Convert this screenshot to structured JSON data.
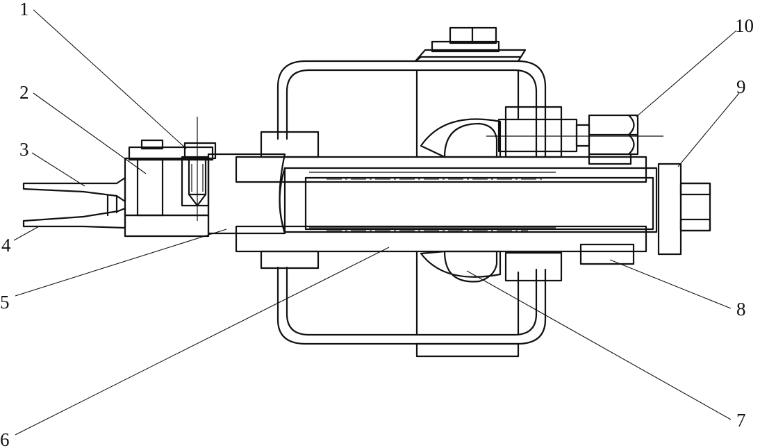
{
  "diagram": {
    "callouts": [
      {
        "id": "1",
        "text": "1"
      },
      {
        "id": "2",
        "text": "2"
      },
      {
        "id": "3",
        "text": "3"
      },
      {
        "id": "4",
        "text": "4"
      },
      {
        "id": "5",
        "text": "5"
      },
      {
        "id": "6",
        "text": "6"
      },
      {
        "id": "7",
        "text": "7"
      },
      {
        "id": "8",
        "text": "8"
      },
      {
        "id": "9",
        "text": "9"
      },
      {
        "id": "10",
        "text": "10"
      }
    ],
    "colors": {
      "line": "#111111",
      "background": "#ffffff"
    }
  }
}
